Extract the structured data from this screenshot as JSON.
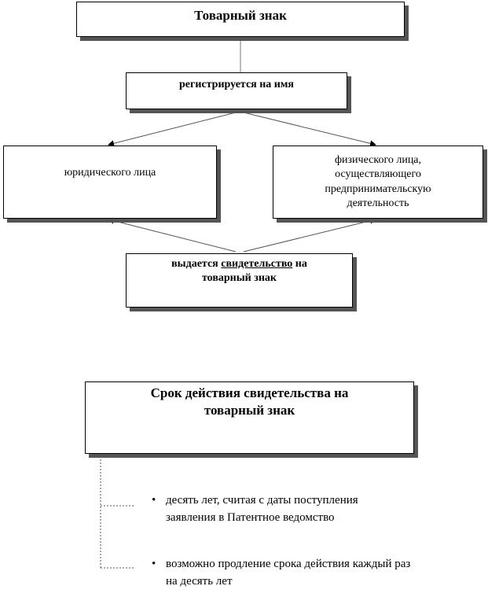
{
  "trademark_title": "Товарный знак",
  "registered_label": "регистрируется на имя",
  "legal_entity": "юридического лица",
  "individual_entrepreneur": [
    "физического лица,",
    "осуществляющего",
    "предпринимательскую",
    "деятельность"
  ],
  "certificate": {
    "part1": "выдается ",
    "underlined": "свидетельство",
    "part2": " на",
    "line2": "товарный знак"
  },
  "validity_title": [
    "Срок действия свидетельства на",
    "товарный знак"
  ],
  "validity_items": [
    {
      "bullet": "•",
      "lines": [
        "десять лет, считая с даты поступления",
        "заявления в Патентное ведомство"
      ]
    },
    {
      "bullet": "•",
      "lines": [
        "возможно продление срока действия каждый раз",
        "на десять лет"
      ]
    }
  ]
}
